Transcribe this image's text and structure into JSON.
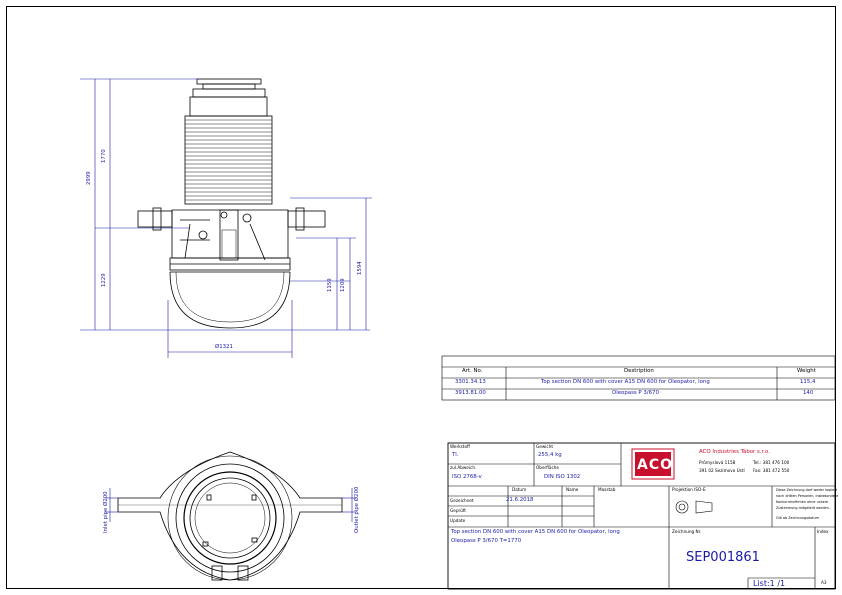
{
  "dimensions": {
    "d2999": "2999",
    "d1770": "1770",
    "d1229": "1229",
    "d1159": "1159",
    "d1209": "1209",
    "d1594": "1594",
    "d1321": "Ø1321",
    "inlet": "Inlet pipe Ø200",
    "outlet": "Outlet pipe Ø200"
  },
  "parts_table": {
    "headers": [
      "Art. No.",
      "Destription",
      "Weight"
    ],
    "rows": [
      [
        "3301.34.13",
        "Top section DN 600 with cover A15 DN 600 for Oleopator, long",
        "115,4"
      ],
      [
        "3913.81.00",
        "Oleopass P 3/670",
        "140"
      ]
    ]
  },
  "title_block": {
    "werkstoff_label": "Werkstoff",
    "werkstoff_value": "Tl.",
    "gewicht_label": "Gewicht",
    "gewicht_value": "255,4 kg",
    "abweich_label": "zul.Abweich.",
    "abweich_value": "ISO 2768-v",
    "oberflaeche_label": "Oberfläche",
    "oberflaeche_value": "DIN ISO 1302",
    "company": "ACO Industries Tábor s.r.o.",
    "logo": "ACO",
    "addr1": "Průmyslová 1158",
    "addr2": "391 02 Sezimovo Ústí",
    "tel": "Tel.: 381 476 100",
    "fax": "Fax: 381 472 550",
    "datum_label": "Datum",
    "name_label": "Name",
    "massstab_label": "Masstab",
    "projektion_label": "Projektion ISO-E",
    "gezeichnet_label": "Gezeichnet",
    "gezeichnet_date": "21.6.2018",
    "geprueft_label": "Geprüft",
    "update_label": "Update",
    "note1": "Diese Zeichnung darf weder kopiert",
    "note2": "noch dritten Personen, insbesondere",
    "note3": "Konkurrenzfirmen ohne unsere",
    "note4": "Zustimmung mitgeteilt werden.",
    "note5": "Gilt ab Zeichnungsdatum",
    "description1": "Top section DN 600 with cover A15 DN 600 for Oleopator, long",
    "description2": "Oleopass P 3/670   T=1770",
    "zeichnung_label": "Zeichnung Nr.",
    "zeichnung_value": "SEP001861",
    "index_label": "Index",
    "list_value": "List:1 /1",
    "format_value": "A3"
  },
  "colors": {
    "line": "#000000",
    "dimension": "#1a1aa8",
    "brand": "#c8102e"
  }
}
